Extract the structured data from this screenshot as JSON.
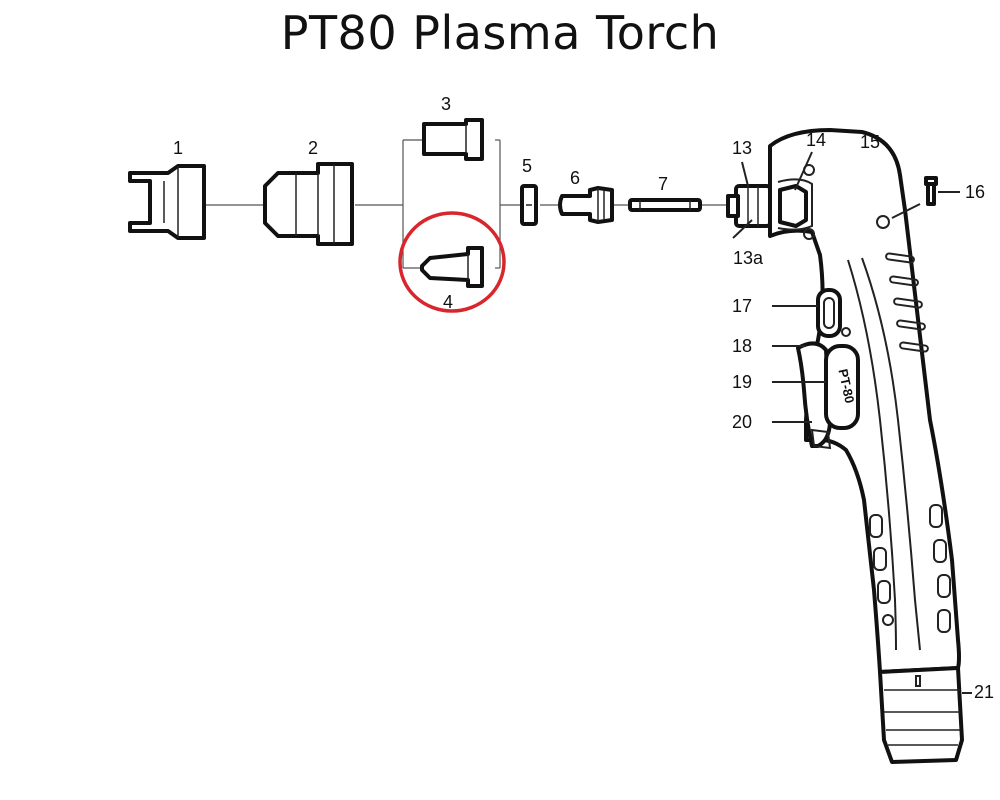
{
  "title": "PT80 Plasma Torch",
  "highlight_color": "#d9262c",
  "highlighted_part": "4",
  "labels": {
    "p1": "1",
    "p2": "2",
    "p3": "3",
    "p4": "4",
    "p5": "5",
    "p6": "6",
    "p7": "7",
    "p13": "13",
    "p13a": "13a",
    "p14": "14",
    "p15": "15",
    "p16": "16",
    "p17": "17",
    "p18": "18",
    "p19": "19",
    "p20": "20",
    "p21": "21"
  },
  "handle_text": "PT-80"
}
